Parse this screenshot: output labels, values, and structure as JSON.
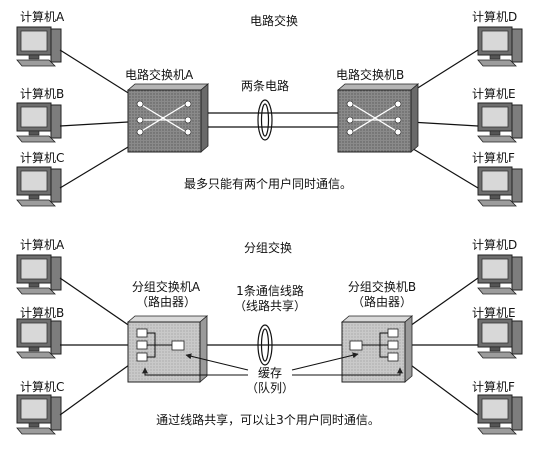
{
  "top": {
    "title": "电路交换",
    "computers_left": [
      "计算机A",
      "计算机B",
      "计算机C"
    ],
    "computers_right": [
      "计算机D",
      "计算机E",
      "计算机F"
    ],
    "switch_a": "电路交换机A",
    "switch_b": "电路交换机B",
    "line_label": "两条电路",
    "caption": "最多只能有两个用户同时通信。"
  },
  "bottom": {
    "title": "分组交换",
    "computers_left": [
      "计算机A",
      "计算机B",
      "计算机C"
    ],
    "computers_right": [
      "计算机D",
      "计算机E",
      "计算机F"
    ],
    "switch_a": "分组交换机A",
    "switch_a_sub": "（路由器）",
    "switch_b": "分组交换机B",
    "switch_b_sub": "（路由器）",
    "line_label": "1条通信线路",
    "line_label_sub": "（线路共享）",
    "buffer": "缓存",
    "buffer_sub": "（队列）",
    "caption": "通过线路共享，可以让3个用户同时通信。"
  }
}
